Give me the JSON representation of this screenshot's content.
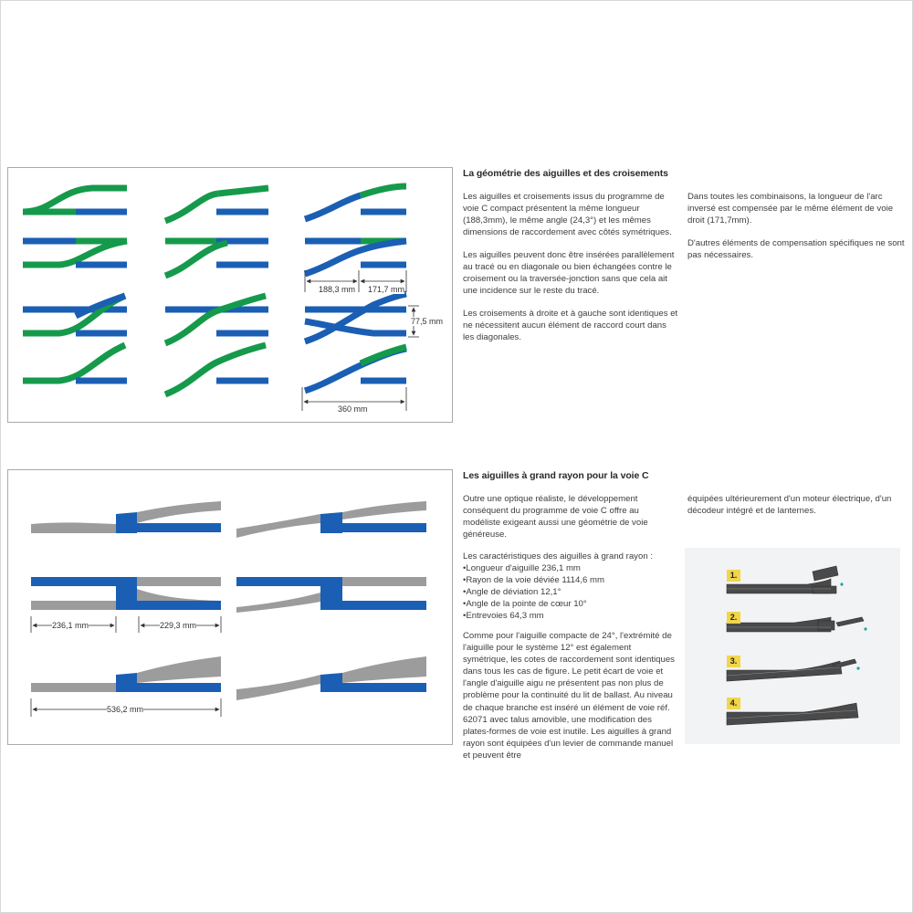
{
  "section1": {
    "title": "La géométrie des aiguilles et des croisements",
    "col1": [
      "Les aiguilles et croisements issus du programme de voie C compact présentent la même longueur (188,3mm), le même angle (24,3°) et les mêmes dimensions de raccordement avec côtés symétriques.",
      "Les aiguilles peuvent donc être insérées parallèlement au tracé ou en diagonale ou bien échangées contre le croisement ou la traversée-jonction sans que cela ait une incidence sur le reste du tracé.",
      "Les croisements à droite et à gauche sont identiques et ne nécessitent aucun élément de raccord court dans les diagonales."
    ],
    "col2": [
      "Dans toutes les combinaisons, la longueur de l'arc inversé est compensée par le même élément de voie droit (171,7mm).",
      "D'autres éléments de compensation spécifiques ne sont pas nécessaires."
    ],
    "dims": {
      "d1": "188,3 mm",
      "d2": "171,7 mm",
      "d3": "77,5 mm",
      "d4": "360 mm"
    }
  },
  "section2": {
    "title": "Les aiguilles à grand rayon pour la voie C",
    "col1_intro": "Outre une optique réaliste, le développement conséquent du programme de voie C offre au modéliste exigeant aussi une géométrie de voie généreuse.",
    "specs_title": "Les caractéristiques des aiguilles à grand rayon :",
    "specs": [
      "Longueur d'aiguille 236,1 mm",
      "Rayon de la voie déviée 1114,6 mm",
      "Angle de déviation 12,1°",
      "Angle de la pointe de cœur 10°",
      "Entrevoies 64,3 mm"
    ],
    "col1_outro": "Comme pour l'aiguille compacte de 24°, l'extrémité de l'aiguille pour le système 12° est également symétrique, les cotes de raccordement sont identiques dans tous les cas de figure. Le petit écart de voie et l'angle d'aiguille aigu ne présentent pas non plus de problème pour la continuité du lit de ballast. Au niveau de chaque branche est inséré un élément de voie réf. 62071 avec talus amovible, une modification des plates-formes de voie est inutile. Les aiguilles à grand rayon sont équipées d'un levier de commande manuel et peuvent être",
    "col2": "équipées ultérieurement d'un moteur électrique, d'un décodeur intégré et de lanternes.",
    "dims": {
      "d1": "236,1 mm",
      "d2": "229,3 mm",
      "d3": "536,2 mm"
    },
    "steps": [
      "1.",
      "2.",
      "3.",
      "4."
    ]
  },
  "colors": {
    "green": "#159a4b",
    "blue": "#1a5fb4",
    "gray": "#9c9c9c"
  }
}
